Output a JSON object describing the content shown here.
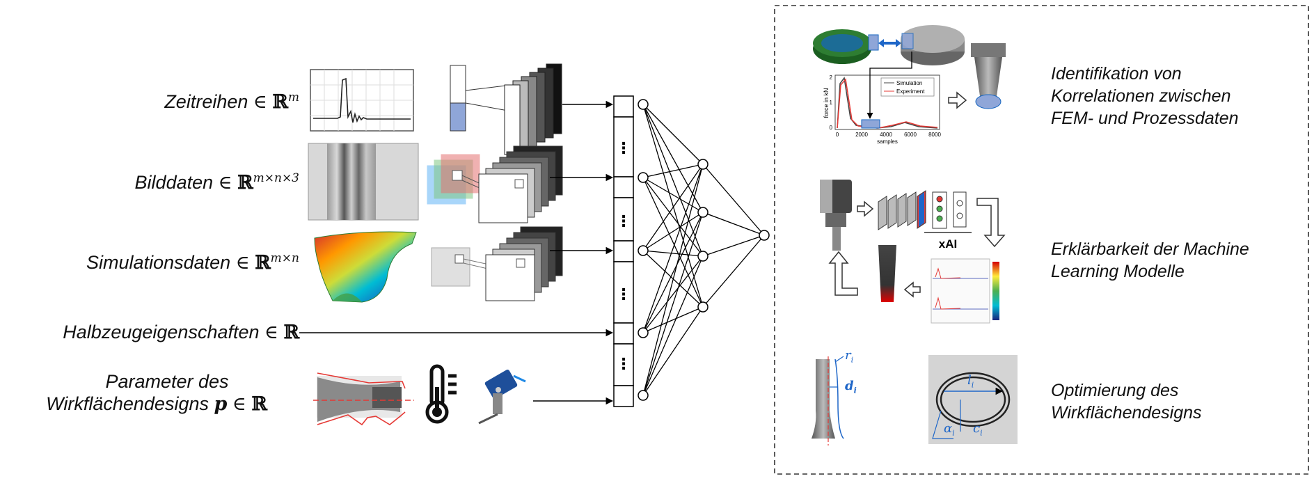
{
  "inputs": {
    "zeitreihen": {
      "name": "Zeitreihen",
      "in": "∈",
      "set": "ℝ",
      "sup": "m"
    },
    "bilddaten": {
      "name": "Bilddaten",
      "in": "∈",
      "set": "ℝ",
      "sup": "m×n×3"
    },
    "simulationsdaten": {
      "name": "Simulationsdaten",
      "in": "∈",
      "set": "ℝ",
      "sup": "m×n"
    },
    "halbzeug": {
      "name": "Halbzeugeigenschaften",
      "in": "∈",
      "set": "ℝ"
    },
    "parameter": {
      "line1": "Parameter des",
      "line2": "Wirkflächendesigns",
      "var": "p",
      "in": "∈",
      "set": "ℝ"
    }
  },
  "vector_dots": "⋮",
  "applications": {
    "correlation": {
      "line1": "Identifikation von",
      "line2": "Korrelationen zwischen",
      "line3": "FEM- und Prozessdaten"
    },
    "explainability": {
      "line1": "Erklärbarkeit der Machine",
      "line2": "Learning Modelle"
    },
    "optimization": {
      "line1": "Optimierung des",
      "line2": "Wirkflächendesigns"
    }
  },
  "force_plot": {
    "ylabel": "force in kN",
    "xlabel": "samples",
    "yticks": [
      "2",
      "1",
      "0"
    ],
    "xticks": [
      "0",
      "2000",
      "4000",
      "6000",
      "8000"
    ],
    "legend": [
      "Simulation",
      "Experiment"
    ]
  },
  "xai_label": "xAI",
  "geometry_labels": {
    "r": "r",
    "d": "d",
    "l": "l",
    "alpha": "α",
    "c": "c",
    "sub": "i"
  },
  "colors": {
    "nn_line": "#000000",
    "vector_blue": "#8FA6D8",
    "red": "#E53935",
    "frame": "#333333"
  }
}
